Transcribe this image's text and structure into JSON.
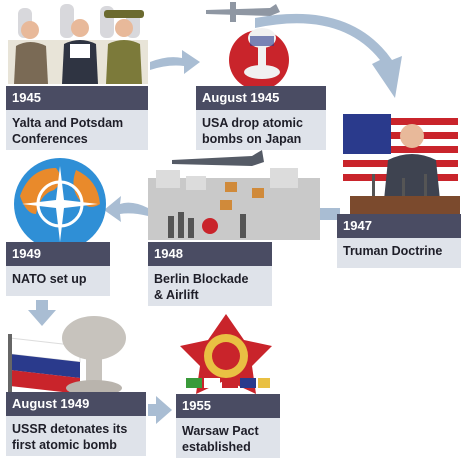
{
  "colors": {
    "arrow": "#a9bdd3",
    "card_header": "#4a4c63",
    "card_body": "#dfe3ea",
    "flag_red": "#c9242b",
    "flag_blue": "#2a3a8c",
    "nato_globe": "#2f8fd6",
    "land": "#e98a2b"
  },
  "events": [
    {
      "id": "yalta",
      "date": "1945",
      "lines": [
        "Yalta and Potsdam",
        "Conferences"
      ],
      "illustration": "leaders-seated-image"
    },
    {
      "id": "atomic-japan",
      "date": "August 1945",
      "lines": [
        "USA drop atomic",
        "bombs on Japan"
      ],
      "illustration": "bomber-mushroom-cloud-image"
    },
    {
      "id": "truman",
      "date": "1947",
      "lines": [
        "Truman Doctrine"
      ],
      "illustration": "truman-speech-image"
    },
    {
      "id": "berlin",
      "date": "1948",
      "lines": [
        "Berlin Blockade",
        "& Airlift"
      ],
      "illustration": "berlin-airlift-image"
    },
    {
      "id": "nato",
      "date": "1949",
      "lines": [
        "NATO set up"
      ],
      "illustration": "nato-globe-image"
    },
    {
      "id": "ussr-bomb",
      "date": "August 1949",
      "lines": [
        "USSR detonates its",
        "first atomic bomb"
      ],
      "illustration": "russian-flag-mushroom-image"
    },
    {
      "id": "warsaw",
      "date": "1955",
      "lines": [
        "Warsaw Pact",
        "established"
      ],
      "illustration": "warsaw-pact-emblem-image"
    }
  ]
}
